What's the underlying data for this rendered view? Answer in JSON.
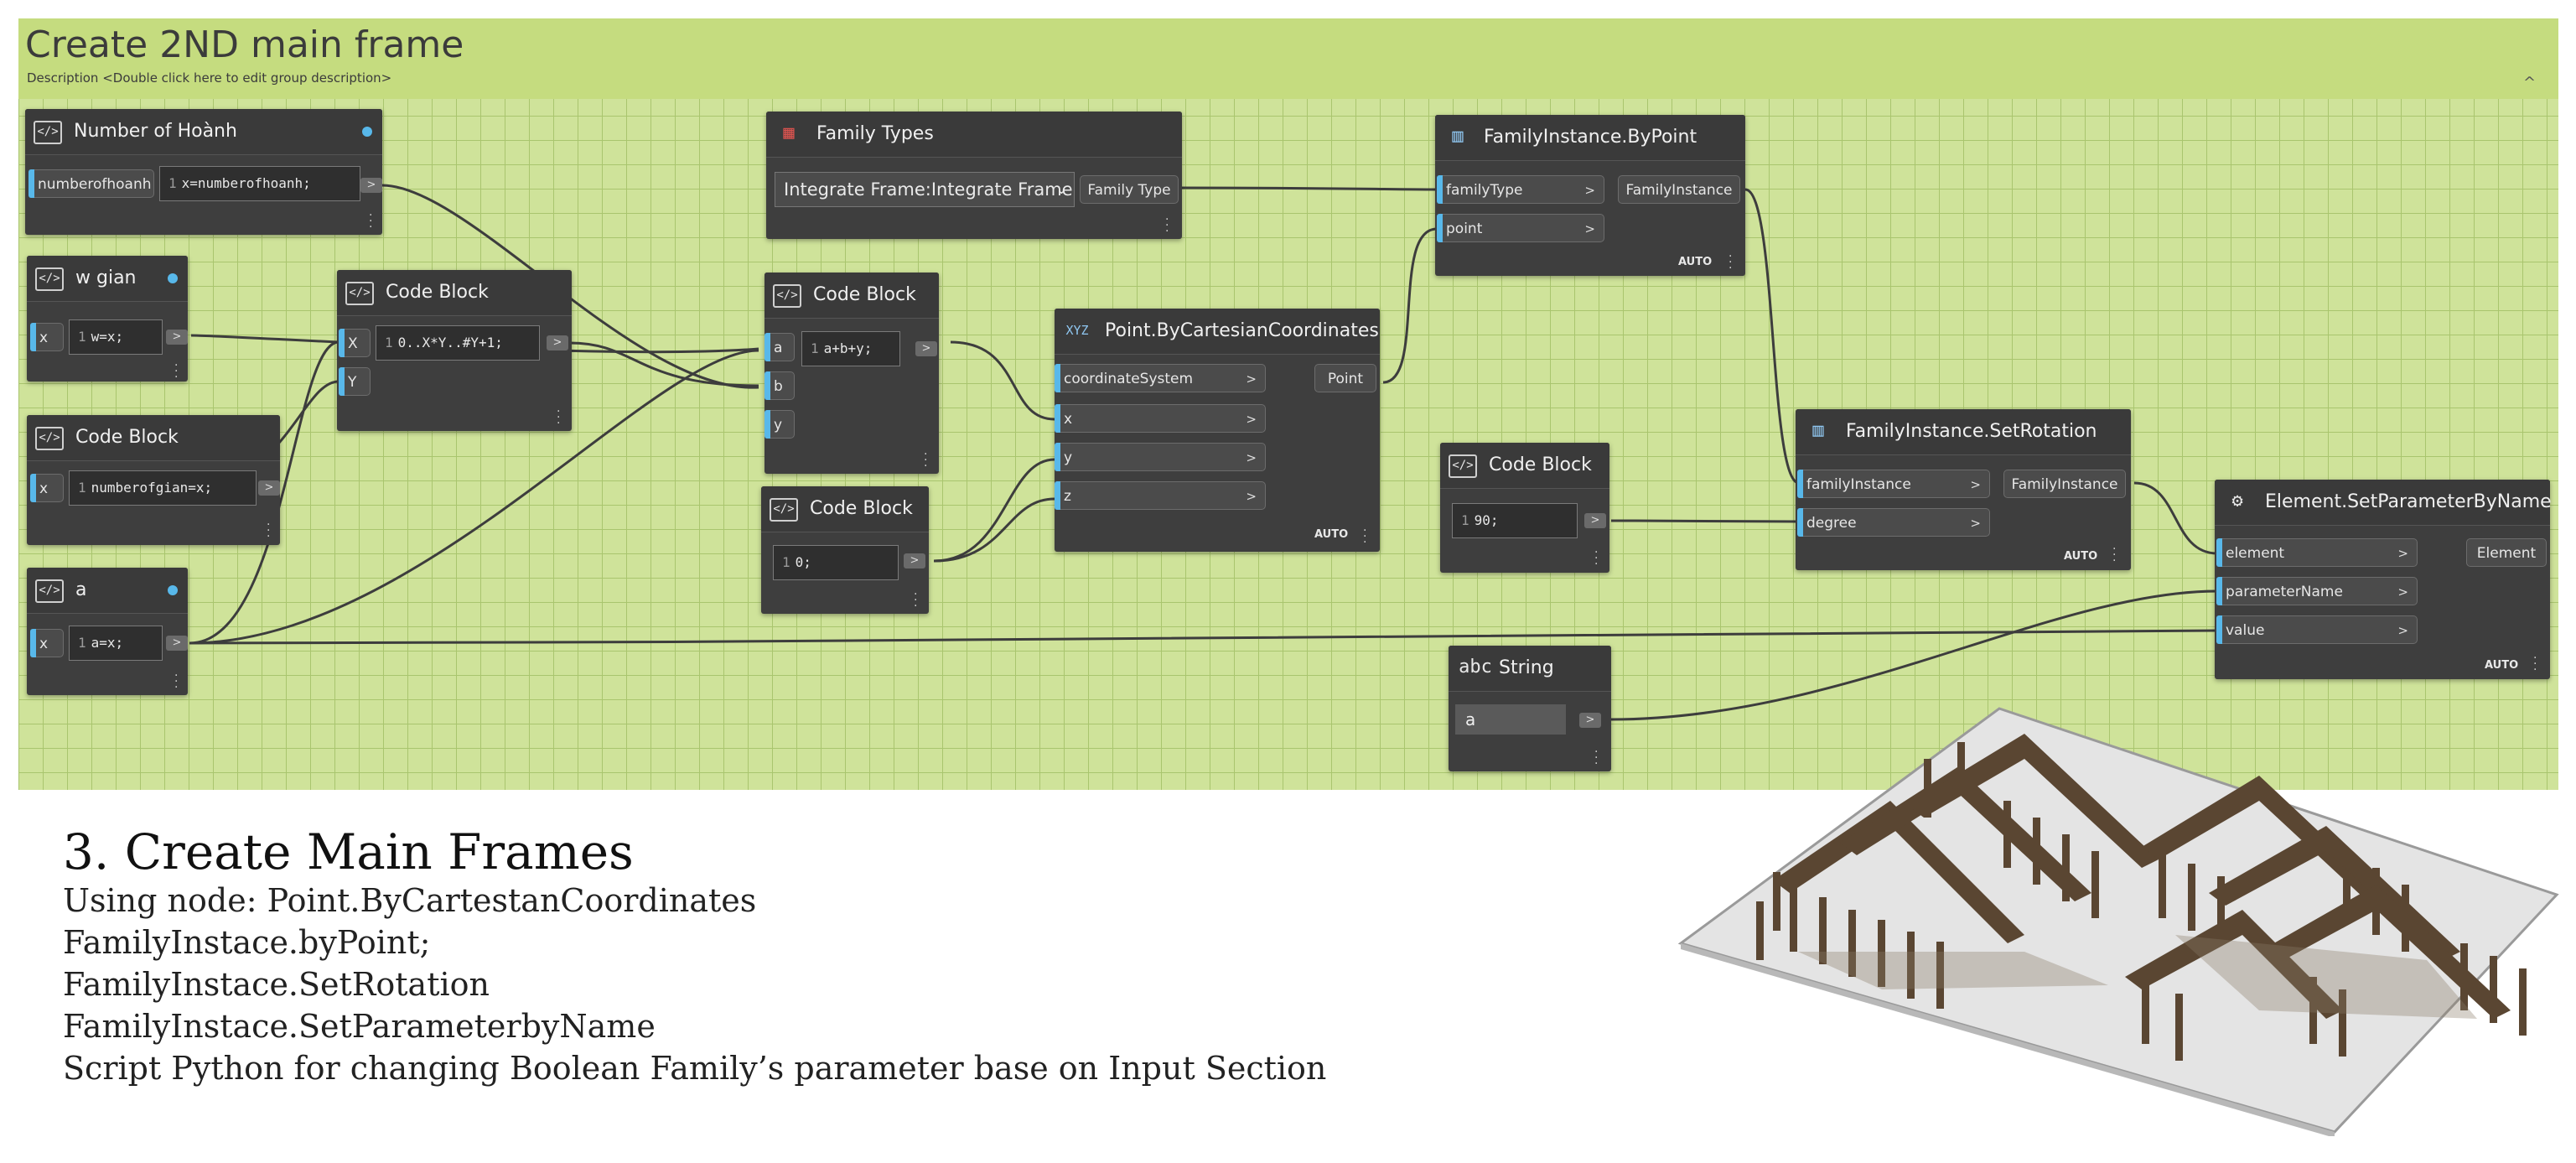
{
  "group": {
    "title": "Create 2ND main frame",
    "description": "Description <Double click here to edit group description>",
    "collapse_glyph": "^"
  },
  "nodes": {
    "number_of_hoanh": {
      "title": "Number of Hoành",
      "input": "numberofhoanh",
      "line": "1",
      "code": "x=numberofhoanh;",
      "out": ">"
    },
    "w_gian": {
      "title": "w gian",
      "input": "x",
      "line": "1",
      "code": "w=x;",
      "out": ">"
    },
    "code_block_gian": {
      "title": "Code Block",
      "input": "x",
      "line": "1",
      "code": "numberofgian=x;",
      "out": ">"
    },
    "a_node": {
      "title": "a",
      "input": "x",
      "line": "1",
      "code": "a=x;",
      "out": ">"
    },
    "code_block_range": {
      "title": "Code Block",
      "input1": "X",
      "input2": "Y",
      "line": "1",
      "code": "0..X*Y..#Y+1;",
      "out": ">"
    },
    "family_types": {
      "title": "Family Types",
      "selected": "Integrate Frame:Integrate Frame",
      "output": "Family Type"
    },
    "code_block_sum": {
      "title": "Code Block",
      "inputs": [
        "a",
        "b",
        "y"
      ],
      "line": "1",
      "code": "a+b+y;",
      "out": ">"
    },
    "code_block_zero": {
      "title": "Code Block",
      "line": "1",
      "code": "0;",
      "out": ">"
    },
    "point_by_cartesian": {
      "title": "Point.ByCartesianCoordinates",
      "inputs": [
        "coordinateSystem",
        "x",
        "y",
        "z"
      ],
      "output": "Point",
      "lacing": "AUTO"
    },
    "family_instance_by_point": {
      "title": "FamilyInstance.ByPoint",
      "inputs": [
        "familyType",
        "point"
      ],
      "output": "FamilyInstance",
      "lacing": "AUTO"
    },
    "code_block_90": {
      "title": "Code Block",
      "line": "1",
      "code": "90;",
      "out": ">"
    },
    "set_rotation": {
      "title": "FamilyInstance.SetRotation",
      "inputs": [
        "familyInstance",
        "degree"
      ],
      "output": "FamilyInstance",
      "lacing": "AUTO"
    },
    "set_parameter": {
      "title": "Element.SetParameterByName",
      "inputs": [
        "element",
        "parameterName",
        "value"
      ],
      "output": "Element",
      "lacing": "AUTO"
    },
    "string_node": {
      "title": "String",
      "icon_text": "abc",
      "value": "a",
      "out": ">"
    }
  },
  "icons": {
    "code": "code-block-icon",
    "family_types": "family-types-icon",
    "point": "xyz-point-icon",
    "family_instance": "family-instance-icon",
    "gear": "gear-icon"
  },
  "colors": {
    "group_bg": "#cfe39a",
    "group_header": "#c5dc7f",
    "node_bg": "#3e3e3e",
    "port_accent": "#58b8ea",
    "wire": "#404040"
  },
  "caption": {
    "title": "3. Create Main Frames",
    "lines": [
      "Using node: Point.ByCartestanCoordinates",
      "FamilyInstace.byPoint;",
      "FamilyInstace.SetRotation",
      "FamilyInstace.SetParameterbyName",
      "Script Python for changing Boolean Family’s parameter base on Input Section"
    ]
  }
}
